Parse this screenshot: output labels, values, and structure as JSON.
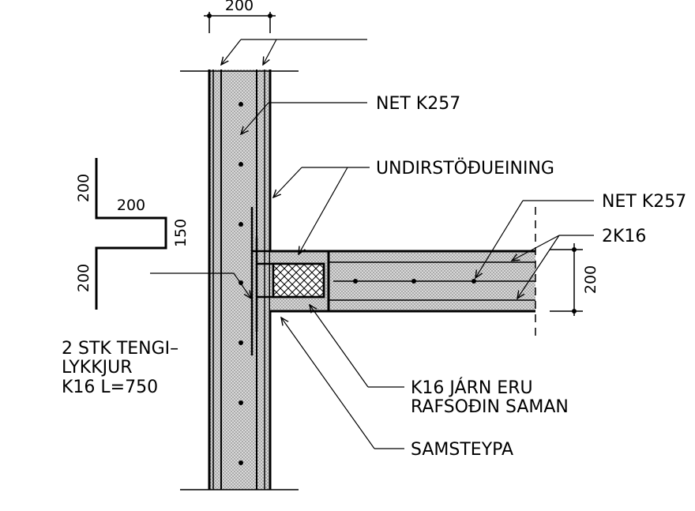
{
  "dimensions": {
    "wall_thickness": "200",
    "hook_top": "200",
    "hook_width": "200",
    "hook_gap": "150",
    "hook_bottom": "200",
    "slab_thickness": "200"
  },
  "labels": {
    "net_wall": "NET  K257",
    "undirstodueining": "UNDIRSTÖÐUEINING",
    "net_slab": "NET  K257",
    "rebar_2k16": "2K16",
    "tengilykkjur_line1": "2 STK TENGI–",
    "tengilykkjur_line2": "LYKKJUR",
    "tengilykkjur_line3": "K16  L=750",
    "jarn_line1": "K16  JÁRN  ERU",
    "jarn_line2": "RAFSOÐIN  SAMAN",
    "samsteypa": "SAMSTEYPA"
  },
  "colors": {
    "line": "#000000",
    "concrete_fill": "#cfcfcf",
    "background": "#ffffff"
  }
}
